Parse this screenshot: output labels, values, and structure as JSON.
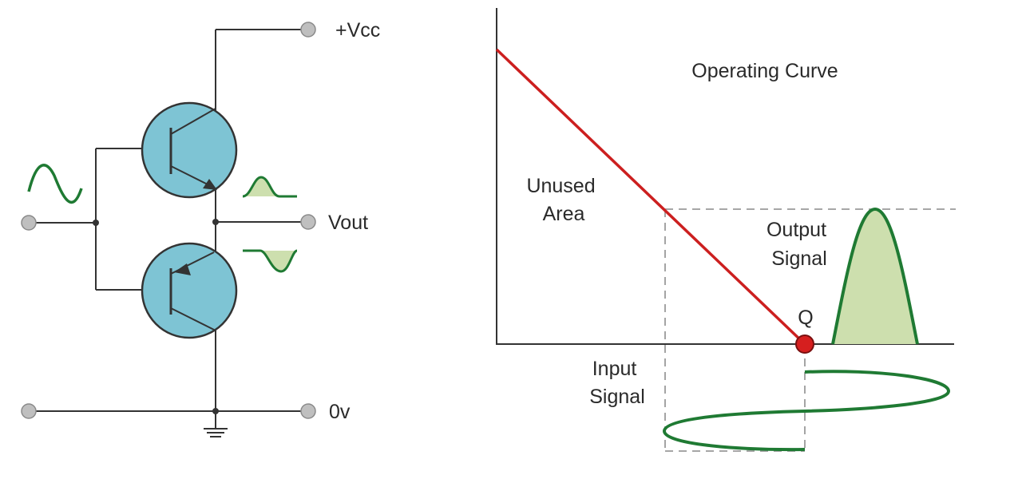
{
  "circuit": {
    "terminals": {
      "vcc": "+Vcc",
      "vout": "Vout",
      "ground": "0v"
    }
  },
  "graph": {
    "title": "Operating Curve",
    "unused_area": [
      "Unused",
      "Area"
    ],
    "output_signal": [
      "Output",
      "Signal"
    ],
    "q_point": "Q",
    "input_signal": [
      "Input",
      "Signal"
    ]
  },
  "colors": {
    "transistor_fill": "#7ec4d4",
    "wire": "#333333",
    "terminal_fill": "#bfbfbf",
    "signal_green": "#1f7a33",
    "signal_fill": "#cddfae",
    "operating_curve": "#cc1f1f",
    "q_point_fill": "#d61f1f"
  }
}
